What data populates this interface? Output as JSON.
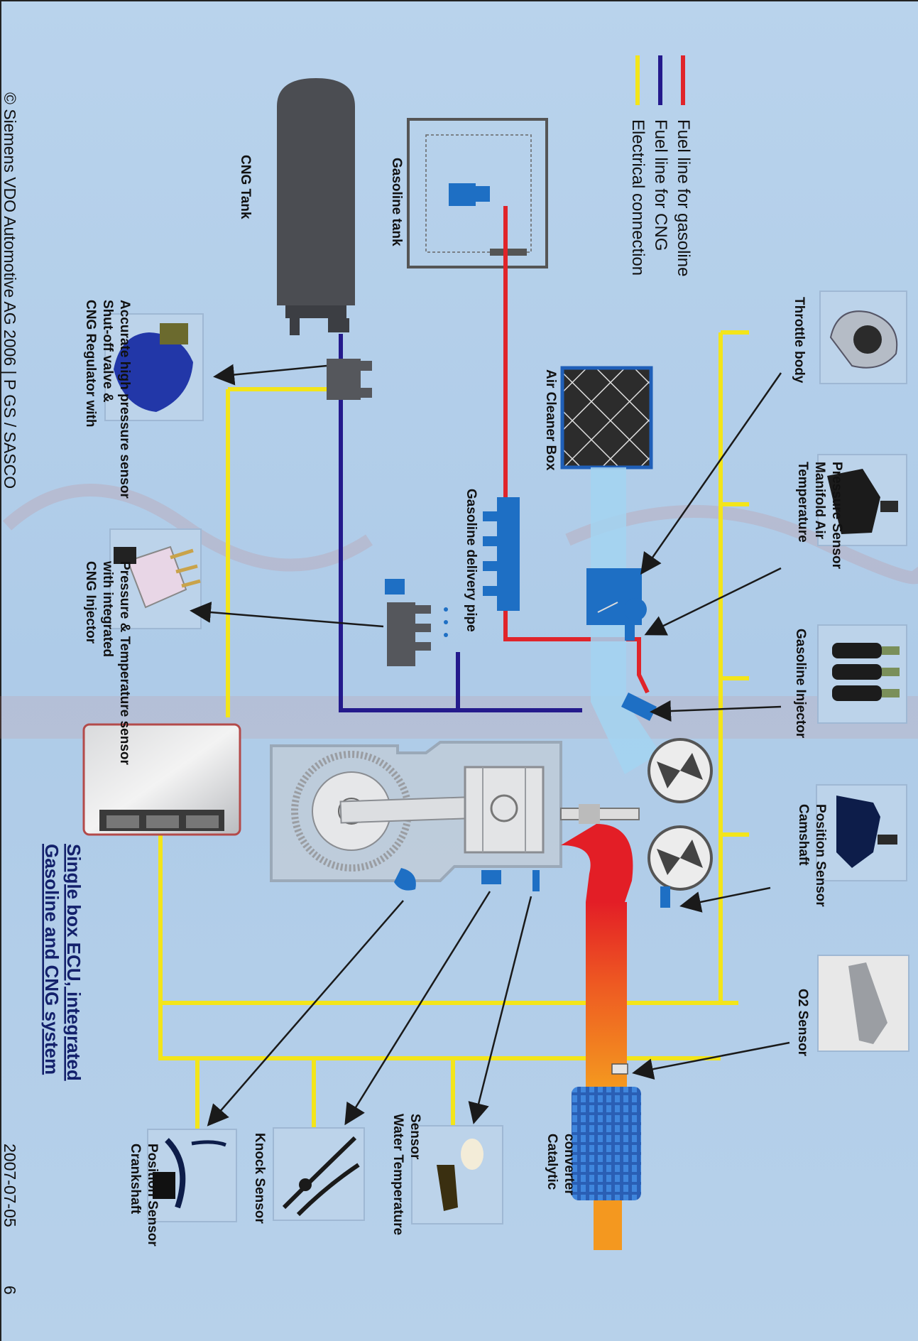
{
  "legend": {
    "items": [
      {
        "label": "Fuel line for gasoline",
        "color": "#e0242a"
      },
      {
        "label": "Fuel line for CNG",
        "color": "#241a8c"
      },
      {
        "label": "Electrical connection",
        "color": "#f3e51a"
      }
    ]
  },
  "title": {
    "line1": "Single box ECU, integrated",
    "line2": "Gasoline and CNG system"
  },
  "footer": {
    "copyright": "© Siemens VDO Automotive AG 2006 | P GS / SASCO",
    "date": "2007-07-05",
    "page": "6"
  },
  "components": {
    "cng_tank": "CNG Tank",
    "gasoline_tank": "Gasoline tank",
    "air_cleaner_box": "Air Cleaner Box",
    "gasoline_delivery_pipe": "Gasoline delivery pipe",
    "cng_regulator": [
      "CNG Regulator with",
      "Shut-off valve &",
      "Accurate high pressure sensor"
    ],
    "cng_injector": [
      "CNG Injector",
      "with integrated",
      "Pressure & Temperature sensor"
    ],
    "throttle_body": "Throttle body",
    "tmap_sensor": [
      "Temperature",
      "Manifold Air",
      "Pressure Sensor"
    ],
    "gasoline_injector": "Gasoline Injector",
    "camshaft_sensor": [
      "Camshaft",
      "Position Sensor"
    ],
    "o2_sensor": "O2 Sensor",
    "catalytic_converter": [
      "Catalytic",
      "converter"
    ],
    "water_temp_sensor": [
      "Water Temperature",
      "Sensor"
    ],
    "knock_sensor": "Knock Sensor",
    "crankshaft_sensor": [
      "Crankshaft",
      "Position Sensor"
    ]
  },
  "colors": {
    "gasoline_line": "#e0242a",
    "cng_line": "#241a8c",
    "electrical": "#f3e51a",
    "component_blue": "#1e6fc4",
    "tank_gray": "#4b4d52",
    "exhaust_red": "#e8322a",
    "exhaust_orange": "#f07a1c"
  }
}
